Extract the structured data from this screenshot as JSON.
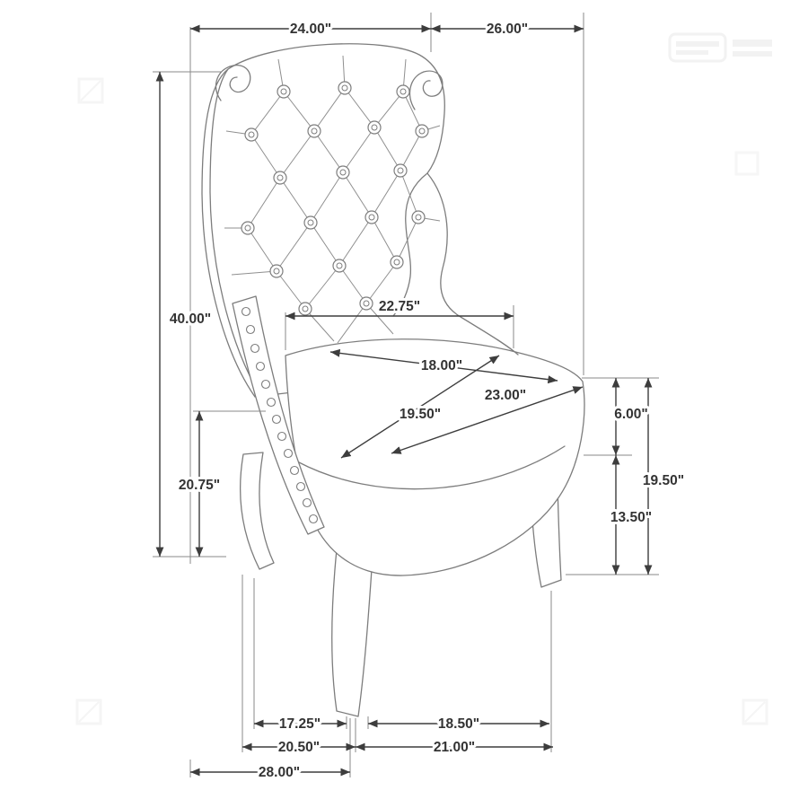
{
  "diagram": {
    "title": "Tufted wingback dining chair dimension drawing",
    "unit": "inches"
  },
  "colors": {
    "dimension_line": "#3d3d3d",
    "extension_line": "#8a8a8a",
    "chair_line": "#7d7d7d",
    "label_text": "#333333",
    "background": "#ffffff"
  },
  "dimensions": {
    "top_left": "24.00\"",
    "top_right": "26.00\"",
    "left_outer": "40.00\"",
    "left_inner": "20.75\"",
    "back_width": "22.75\"",
    "seat_upper": "18.00\"",
    "seat_diag_left": "19.50\"",
    "seat_diag_right": "23.00\"",
    "right_upper": "6.00\"",
    "right_outer": "19.50\"",
    "right_lower": "13.50\"",
    "bottom_row1_left": "17.25\"",
    "bottom_row1_right": "18.50\"",
    "bottom_row2_left": "20.50\"",
    "bottom_row2_right": "21.00\"",
    "bottom_row3": "28.00\""
  }
}
